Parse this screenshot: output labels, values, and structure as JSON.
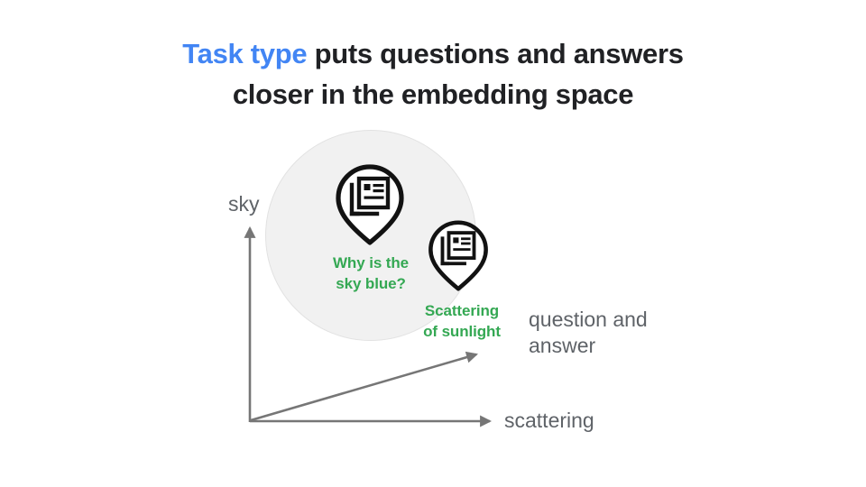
{
  "slide": {
    "background_color": "#FFFFFF",
    "title": {
      "accent_text": "Task type",
      "rest_line1": " puts questions and answers",
      "line2": "closer in the embedding space",
      "accent_color": "#4285F4",
      "text_color": "#202124"
    }
  },
  "diagram": {
    "cluster": {
      "fill_color": "#F1F1F1",
      "border_color": "#E2E2E2"
    },
    "axes": {
      "color": "#767676",
      "vertical_label": "sky",
      "horizontal_label": "scattering",
      "diagonal_label": "question and\nanswer"
    },
    "pins": [
      {
        "icon": "article-stack-icon",
        "caption": "Why is the\nsky blue?",
        "caption_color": "#34A853",
        "outline_color": "#121212"
      },
      {
        "icon": "article-stack-icon",
        "caption": "Scattering\nof sunlight",
        "caption_color": "#34A853",
        "outline_color": "#121212"
      }
    ]
  }
}
